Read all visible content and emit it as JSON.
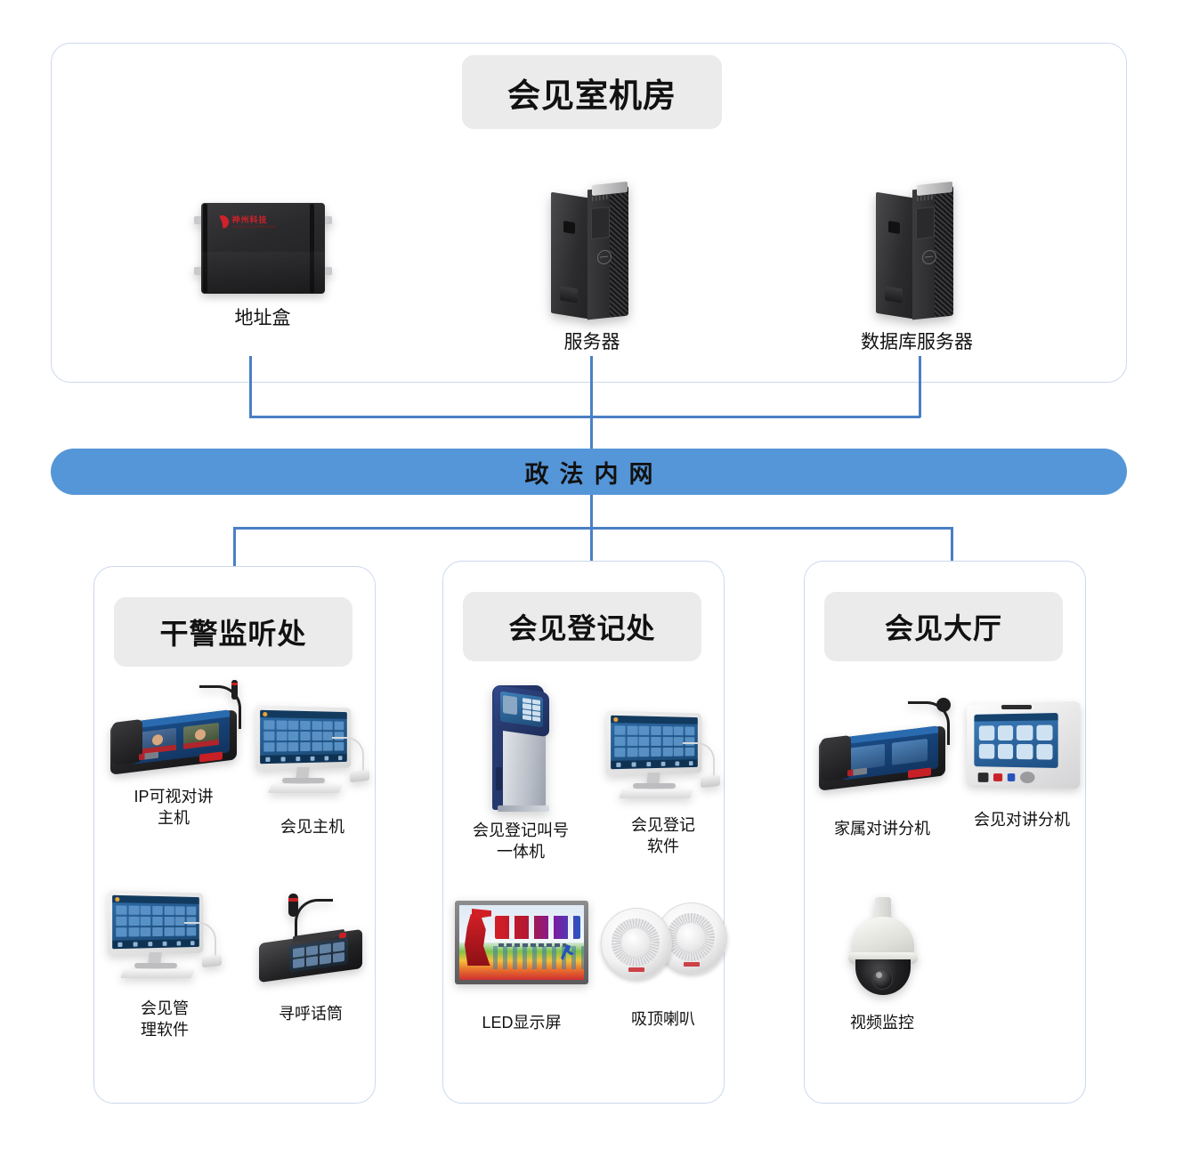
{
  "diagram": {
    "title": "会见室机房",
    "network_bar": {
      "label": "政法内网"
    },
    "server_room": {
      "title": "会见室机房",
      "devices": [
        {
          "label": "地址盒",
          "icon": "address-box-icon"
        },
        {
          "label": "服务器",
          "icon": "tower-server-icon"
        },
        {
          "label": "数据库服务器",
          "icon": "tower-server-icon"
        }
      ]
    },
    "sections": [
      {
        "title": "干警监听处",
        "devices": [
          {
            "label": "IP可视对讲\n主机",
            "icon": "ip-video-intercom-console-icon"
          },
          {
            "label": "会见主机",
            "icon": "all-in-one-computer-icon"
          },
          {
            "label": "会见管\n理软件",
            "icon": "all-in-one-computer-icon"
          },
          {
            "label": "寻呼话筒",
            "icon": "paging-microphone-icon"
          }
        ]
      },
      {
        "title": "会见登记处",
        "devices": [
          {
            "label": "会见登记叫号\n一体机",
            "icon": "registration-kiosk-icon"
          },
          {
            "label": "会见登记\n软件",
            "icon": "all-in-one-computer-icon"
          },
          {
            "label": "LED显示屏",
            "icon": "led-display-icon"
          },
          {
            "label": "吸顶喇叭",
            "icon": "ceiling-speaker-icon"
          }
        ]
      },
      {
        "title": "会见大厅",
        "devices": [
          {
            "label": "家属对讲分机",
            "icon": "family-intercom-console-icon"
          },
          {
            "label": "会见对讲分机",
            "icon": "meeting-intercom-wallpad-icon"
          },
          {
            "label": "视频监控",
            "icon": "ptz-dome-camera-icon"
          }
        ]
      }
    ],
    "colors": {
      "network_bar": "#5596d8",
      "connector_line": "#4a7fc4",
      "panel_border": "#ccd8ec",
      "badge_background": "#ebebeb",
      "accent_red": "#c8232a"
    }
  }
}
